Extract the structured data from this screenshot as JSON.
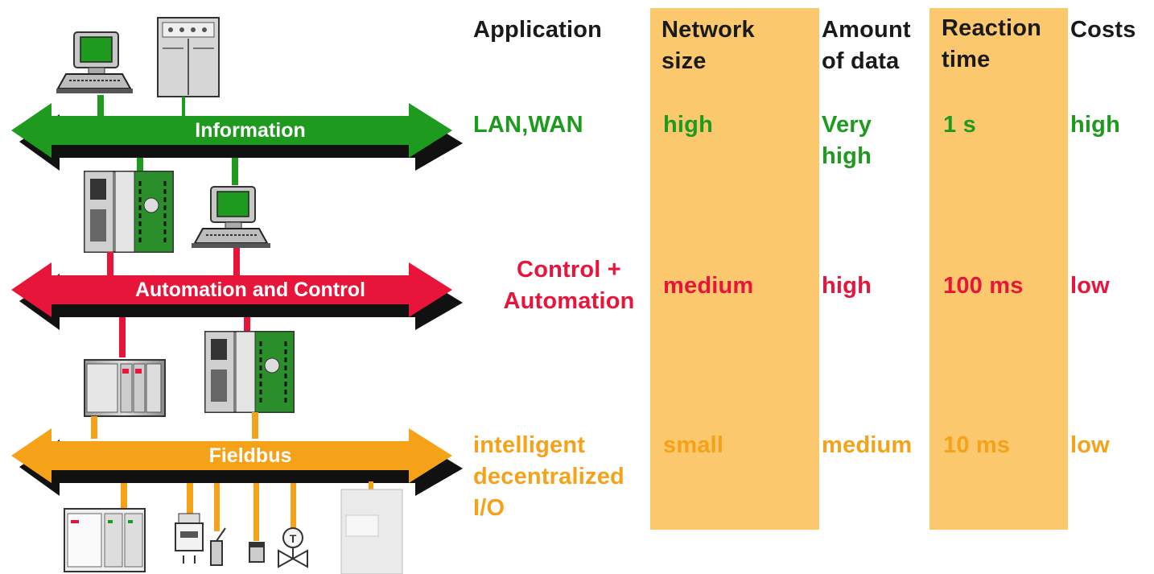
{
  "headers": {
    "application": "Application",
    "network_size": "Network\nsize",
    "amount_of_data": "Amount\nof data",
    "reaction_time": "Reaction\ntime",
    "costs": "Costs"
  },
  "levels": [
    {
      "bus_label": "Information",
      "application": "LAN,WAN",
      "network_size": "high",
      "amount_of_data": "Very\nhigh",
      "reaction_time": "1 s",
      "costs": "high",
      "color": "#1e9a1e"
    },
    {
      "bus_label": "Automation and Control",
      "application": "Control +\nAutomation",
      "network_size": "medium",
      "amount_of_data": "high",
      "reaction_time": "100 ms",
      "costs": "low",
      "color": "#e8153a"
    },
    {
      "bus_label": "Fieldbus",
      "application": "intelligent\ndecentralized\nI/O",
      "network_size": "small",
      "amount_of_data": "medium",
      "reaction_time": "10 ms",
      "costs": "low",
      "color": "#f5a219"
    }
  ],
  "highlight_color": "#fcc86e",
  "icons": [
    "workstation-icon",
    "cabinet-icon",
    "plc-icon",
    "io-module-icon",
    "meter-icon",
    "sensor-icon",
    "valve-icon"
  ]
}
